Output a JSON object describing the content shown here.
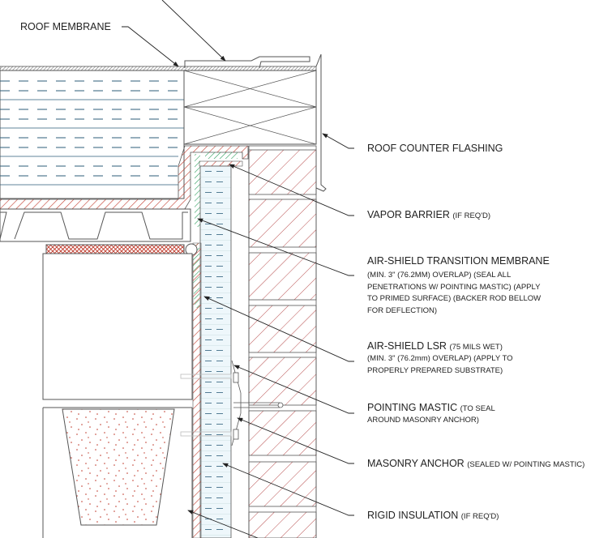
{
  "colors": {
    "line": "#555555",
    "hatch_red": "#c0392b",
    "hatch_green": "#2e9e5e",
    "insulation_blue": "#2c5d7a",
    "insulation_fill": "#eef7fb"
  },
  "labels": {
    "roof_membrane": "ROOF MEMBRANE",
    "roof_counter_flashing": "ROOF COUNTER FLASHING",
    "vapor_barrier": {
      "main": "VAPOR BARRIER",
      "note": "(IF REQ'D)"
    },
    "transition_membrane": {
      "main": "AIR-SHIELD TRANSITION MEMBRANE",
      "lines": [
        "(MIN. 3\" (76.2MM) OVERLAP) (SEAL ALL",
        "PENETRATIONS W/ POINTING MASTIC) (APPLY",
        "TO PRIMED SURFACE) (BACKER ROD BELLOW",
        "FOR DEFLECTION)"
      ]
    },
    "air_shield_lsr": {
      "main": "AIR-SHIELD LSR",
      "note": "(75 MILS WET)",
      "lines": [
        "(MIN. 3\" (76.2mm) OVERLAP) (APPLY TO",
        "PROPERLY PREPARED SUBSTRATE)"
      ]
    },
    "pointing_mastic": {
      "main": "POINTING MASTIC",
      "note": "(TO SEAL",
      "lines": [
        "AROUND MASONRY ANCHOR)"
      ]
    },
    "masonry_anchor": {
      "main": "MASONRY ANCHOR",
      "note": "(SEALED W/ POINTING MASTIC)"
    },
    "rigid_insulation": {
      "main": "RIGID INSULATION",
      "note": "(IF REQ'D)"
    }
  }
}
